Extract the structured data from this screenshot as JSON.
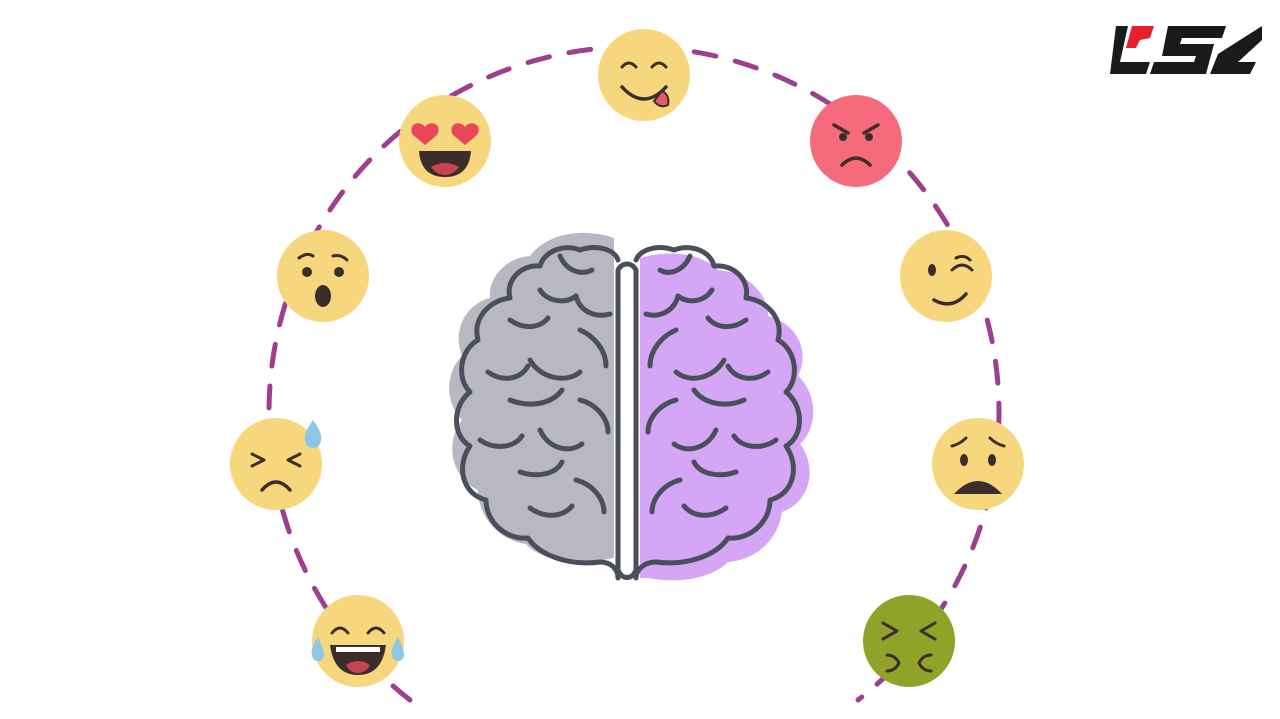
{
  "colors": {
    "background": "#ffffff",
    "ring_dash": "#9c3f8e",
    "face_yellow": "#f7d77e",
    "face_red": "#f56b7c",
    "face_green": "#8fa329",
    "feature": "#3b2e2a",
    "heart": "#e9465a",
    "mouth_inner": "#c8424f",
    "tongue": "#e65a6e",
    "tear": "#8ec6e8",
    "brain_left_fill": "#b9b7c0",
    "brain_right_fill": "#d4a6f5",
    "brain_outline": "#4a505b",
    "logo_red": "#e5202a",
    "logo_dark": "#1a1a1a"
  },
  "emojis": [
    {
      "name": "tongue-out-face-icon",
      "expression": "tongue-out",
      "color": "yellow"
    },
    {
      "name": "heart-eyes-face-icon",
      "expression": "heart-eyes",
      "color": "yellow"
    },
    {
      "name": "angry-face-icon",
      "expression": "angry",
      "color": "red"
    },
    {
      "name": "surprised-face-icon",
      "expression": "surprised",
      "color": "yellow"
    },
    {
      "name": "winking-face-icon",
      "expression": "winking",
      "color": "yellow"
    },
    {
      "name": "anxious-sweat-face-icon",
      "expression": "anxious-sweat",
      "color": "yellow"
    },
    {
      "name": "sad-face-icon",
      "expression": "sad",
      "color": "yellow"
    },
    {
      "name": "laughing-tears-face-icon",
      "expression": "laughing-tears",
      "color": "yellow"
    },
    {
      "name": "nauseated-face-icon",
      "expression": "nauseated",
      "color": "green"
    }
  ],
  "brain": {
    "left_hemisphere": "gray",
    "right_hemisphere": "purple"
  },
  "logo": {
    "icon": "brand-logo-icon"
  }
}
